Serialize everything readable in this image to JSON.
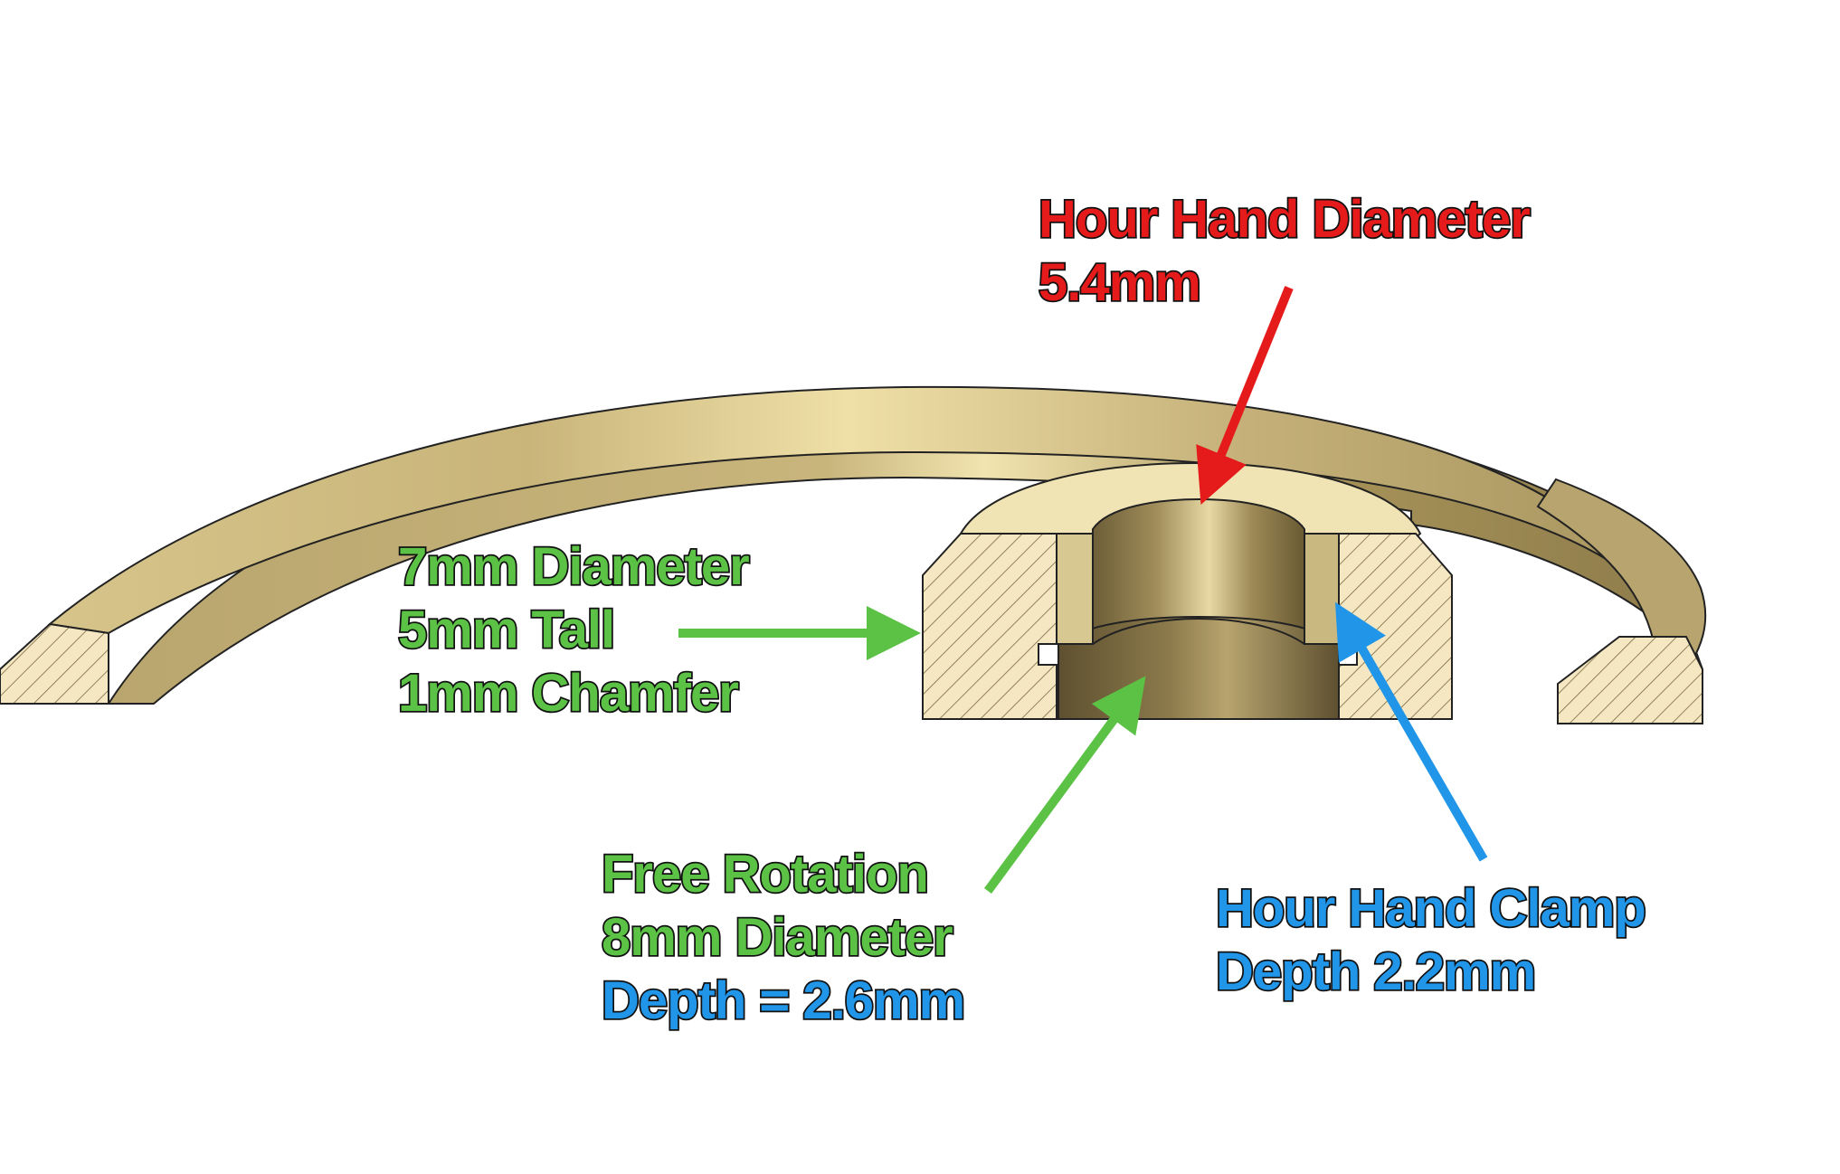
{
  "colors": {
    "red": "#e51b1b",
    "green": "#5bc245",
    "blue": "#2196e8",
    "outline": "#111111",
    "brass_light": "#ecdca0",
    "brass_mid": "#cbb77a",
    "brass_dark": "#8f7c4c",
    "section_fill": "#f4e7c2",
    "hatch": "#7a6a42"
  },
  "labels": {
    "hour_hand_diameter": {
      "line1": "Hour Hand Diameter",
      "line2": "5.4mm",
      "color": "red"
    },
    "boss": {
      "line1": "7mm Diameter",
      "line2": "5mm Tall",
      "line3": "1mm Chamfer",
      "color": "green"
    },
    "free_rotation": {
      "line1": "Free Rotation",
      "line2": "8mm Diameter",
      "line3": "Depth = 2.6mm",
      "line1_color": "green",
      "line2_color": "green",
      "line3_color": "blue"
    },
    "clamp": {
      "line1": "Hour Hand Clamp",
      "line2": "Depth 2.2mm",
      "color": "blue"
    }
  },
  "arrows": [
    {
      "name": "hour-hand-diameter-arrow",
      "color": "red"
    },
    {
      "name": "boss-arrow",
      "color": "green"
    },
    {
      "name": "free-rotation-arrow",
      "color": "green"
    },
    {
      "name": "clamp-arrow",
      "color": "blue"
    }
  ]
}
